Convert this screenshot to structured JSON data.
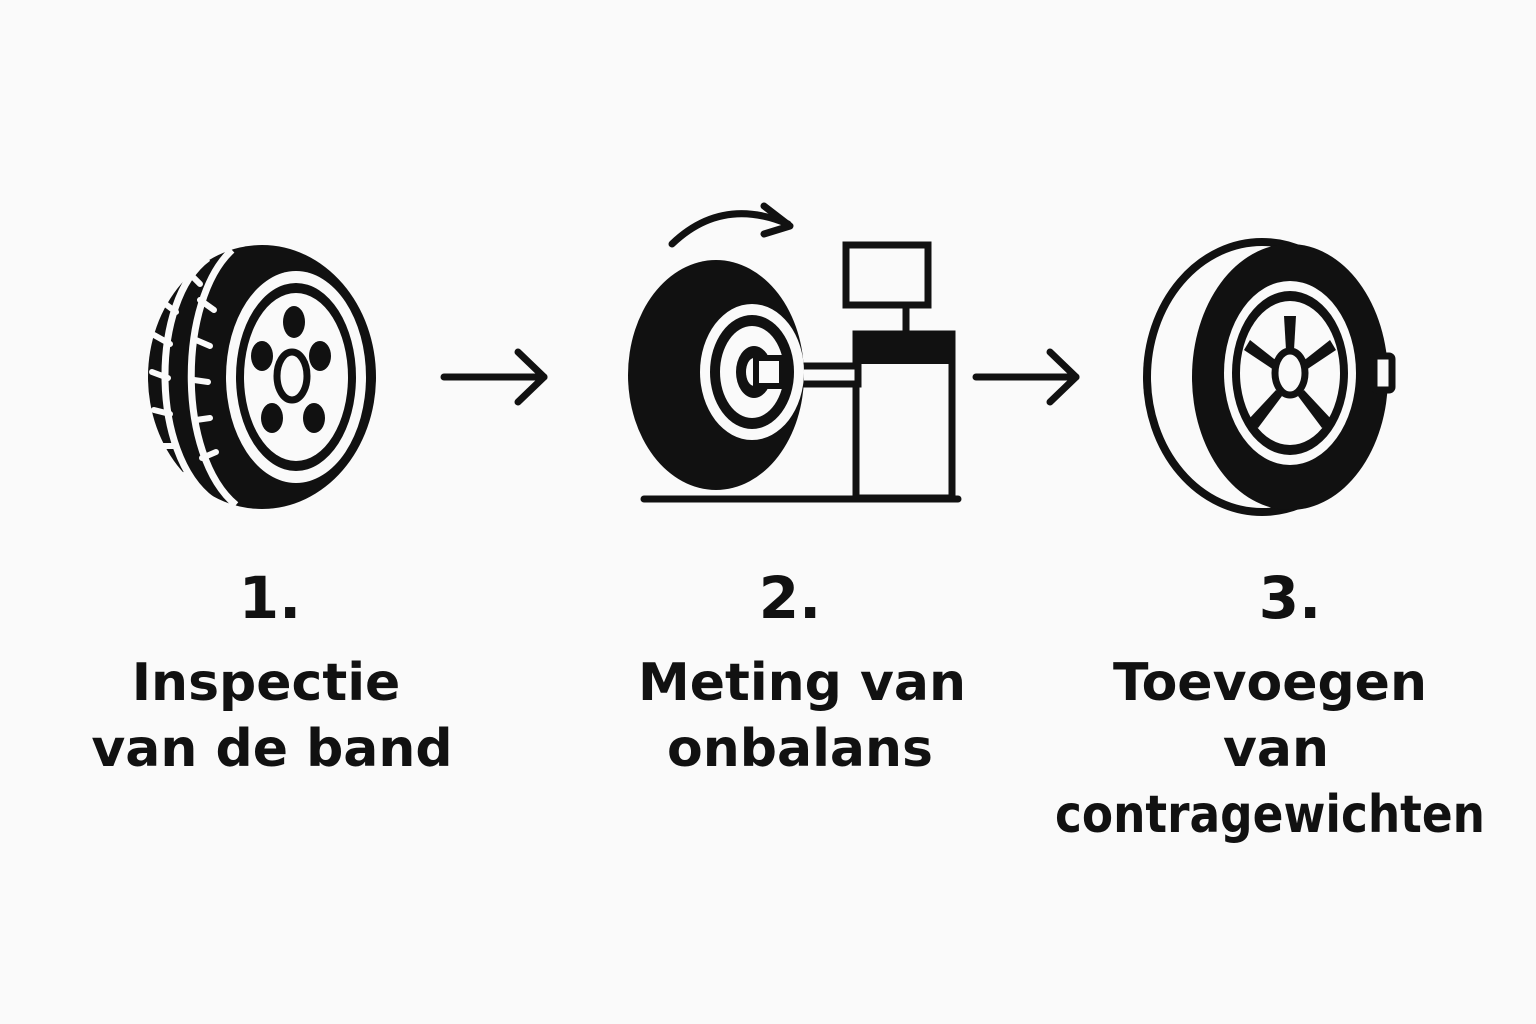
{
  "colors": {
    "ink": "#111111",
    "background": "#fafafa"
  },
  "steps": [
    {
      "number": "1.",
      "icon": "tire-inspection-icon",
      "label_lines": [
        "Inspectie",
        "van de band"
      ]
    },
    {
      "number": "2.",
      "icon": "wheel-balancer-icon",
      "label_lines": [
        "Meting van",
        "onbalans"
      ]
    },
    {
      "number": "3.",
      "icon": "tire-with-weight-icon",
      "label_lines": [
        "Toevoegen",
        "van",
        "contragewichten"
      ]
    }
  ],
  "connectors": [
    "arrow-right-icon",
    "arrow-right-icon"
  ]
}
